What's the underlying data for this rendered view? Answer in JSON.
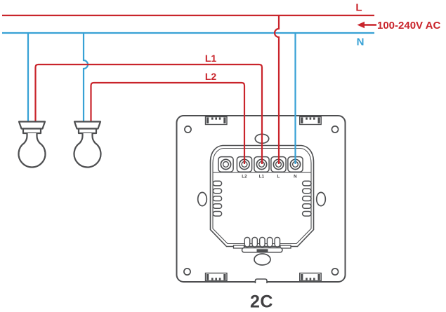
{
  "colors": {
    "live": "#c9242b",
    "neutral": "#37a1d5",
    "device": "#4d4e50",
    "ink": "#414042"
  },
  "power": {
    "live_label": "L",
    "neutral_label": "N",
    "voltage": "100-240V AC"
  },
  "circuits": {
    "l1_label": "L1",
    "l2_label": "L2"
  },
  "switch": {
    "caption": "2C",
    "terminal_labels": [
      "L2",
      "L1",
      "L",
      "N"
    ]
  }
}
